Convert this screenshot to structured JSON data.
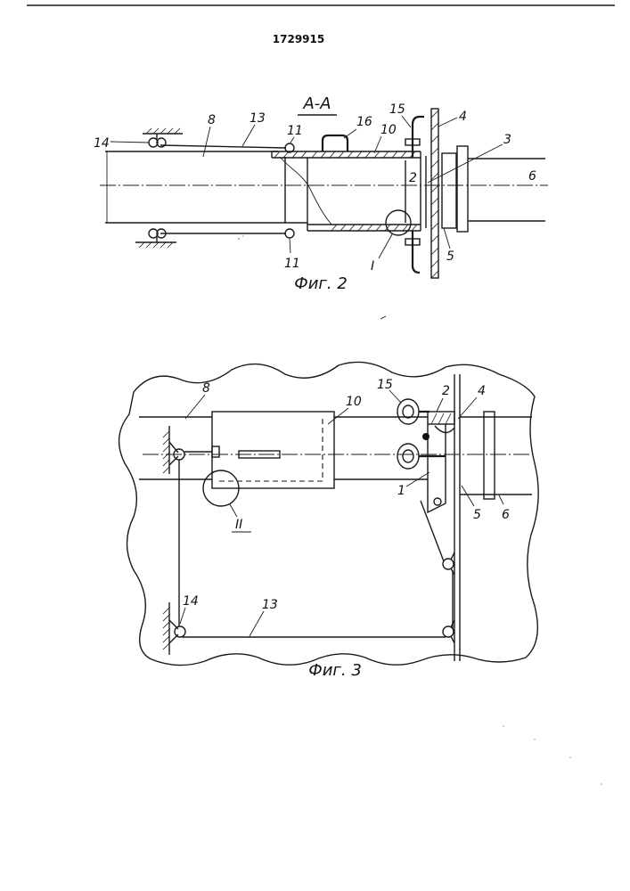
{
  "patent_number": "1729915",
  "fig2": {
    "section": "A-A",
    "caption": "Фиг. 2",
    "labels": {
      "item_14": "14",
      "item_8": "8",
      "item_13": "13",
      "item_11_top": "11",
      "item_16": "16",
      "item_10": "10",
      "item_15": "15",
      "item_4": "4",
      "item_3": "3",
      "item_2": "2",
      "item_6": "6",
      "item_11_bottom": "11",
      "detail_I": "I",
      "item_5": "5"
    }
  },
  "fig3": {
    "caption": "Фиг. 3",
    "labels": {
      "item_8": "8",
      "item_10": "10",
      "item_15": "15",
      "item_2": "2",
      "item_4": "4",
      "detail_II": "II",
      "item_1": "1",
      "item_5": "5",
      "item_6": "6",
      "item_14": "14",
      "item_13": "13"
    }
  }
}
